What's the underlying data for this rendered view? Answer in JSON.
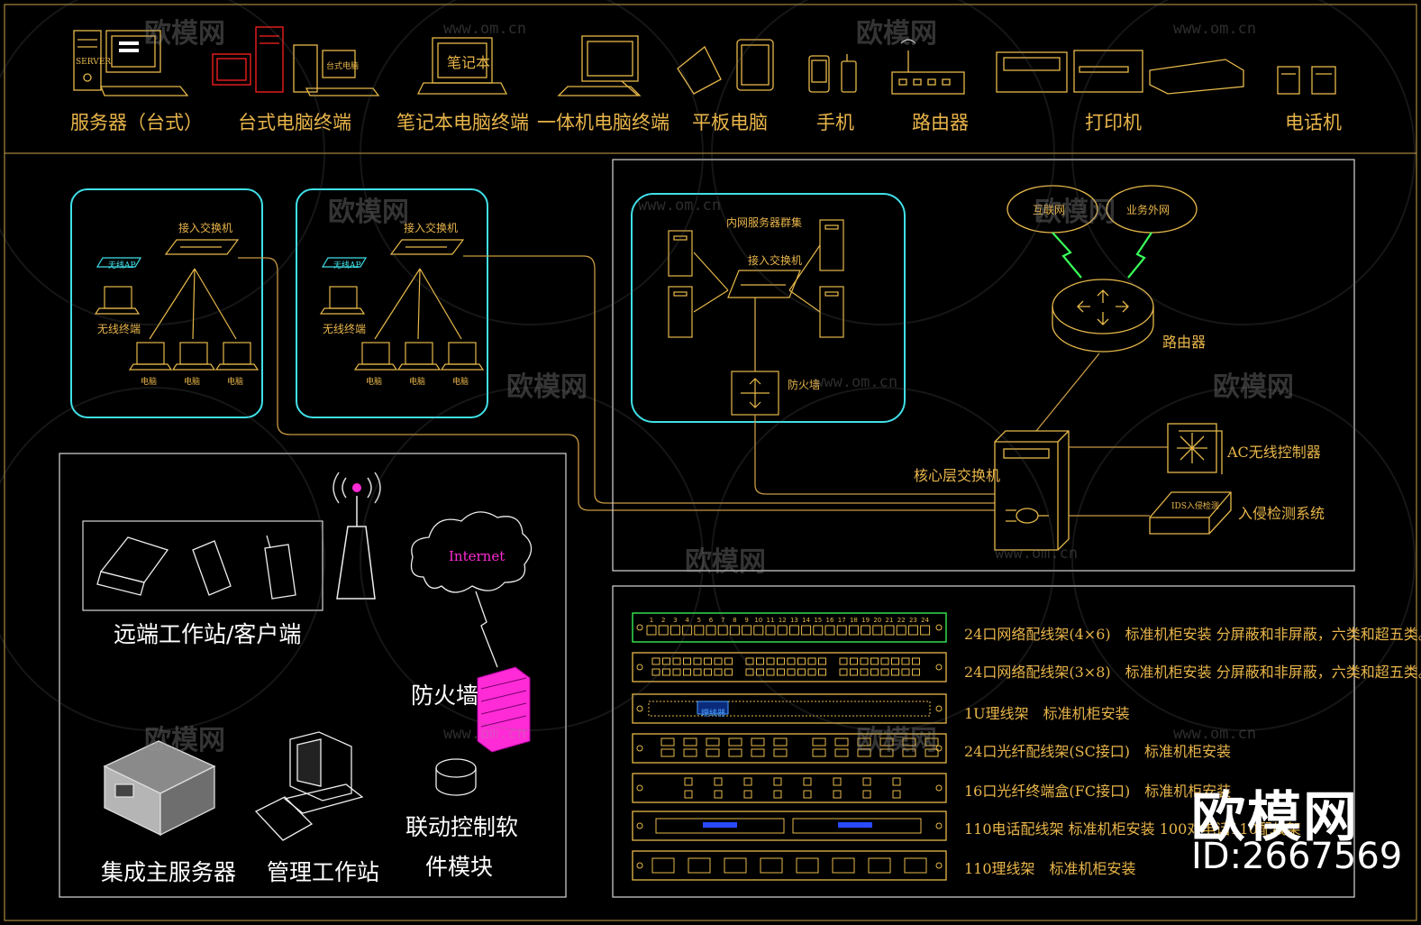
{
  "legend": {
    "items": [
      {
        "label": "服务器（台式）"
      },
      {
        "label": "台式电脑终端"
      },
      {
        "label": "笔记本电脑终端"
      },
      {
        "label": "一体机电脑终端"
      },
      {
        "label": "平板电脑"
      },
      {
        "label": "手机"
      },
      {
        "label": "路由器"
      },
      {
        "label": "打印机"
      },
      {
        "label": "电话机"
      }
    ],
    "icon_text": {
      "server": "SERVER",
      "desktop": "台式电脑",
      "laptop": "笔记本"
    }
  },
  "lan_group_1": {
    "switch": "接入交换机",
    "ap": "无线AP",
    "wireless": "无线终端",
    "pcs": [
      "电脑",
      "电脑",
      "电脑"
    ]
  },
  "lan_group_2": {
    "switch": "接入交换机",
    "ap": "无线AP",
    "wireless": "无线终端",
    "pcs": [
      "电脑",
      "电脑",
      "电脑"
    ]
  },
  "core": {
    "server_cluster": "内网服务器群集",
    "access_switch": "接入交换机",
    "firewall": "防火墙",
    "internet": "互联网",
    "business_net": "业务外网",
    "router": "路由器",
    "core_switch": "核心层交换机",
    "ac": "AC无线控制器",
    "ids": "入侵检测系统",
    "ids_box": "IDS入侵检测"
  },
  "remote": {
    "clients": "远端工作站/客户端",
    "internet": "Internet",
    "firewall": "防火墙",
    "main_server": "集成主服务器",
    "workstation": "管理工作站",
    "software_1": "联动控制软",
    "software_2": "件模块"
  },
  "rack": {
    "rows": [
      {
        "desc": "24口网络配线架(4×6)　标准机柜安装 分屏蔽和非屏蔽，六类和超五类。"
      },
      {
        "desc": "24口网络配线架(3×8)　标准机柜安装 分屏蔽和非屏蔽，六类和超五类。"
      },
      {
        "desc": "1U理线架　标准机柜安装"
      },
      {
        "desc": "24口光纤配线架(SC接口)　标准机柜安装"
      },
      {
        "desc": "16口光纤终端盒(FC接口)　标准机柜安装"
      },
      {
        "desc": "110电话配线架 标准机柜安装 100对电话110配线架"
      },
      {
        "desc": "110理线架　标准机柜安装"
      }
    ],
    "port_numbers": [
      "1",
      "2",
      "3",
      "4",
      "5",
      "6",
      "7",
      "8",
      "9",
      "10",
      "11",
      "12",
      "13",
      "14",
      "15",
      "16",
      "17",
      "18",
      "19",
      "20",
      "21",
      "22",
      "23",
      "24"
    ],
    "mgmt_label": "理线器"
  },
  "watermark": {
    "text": "欧模网",
    "url": "www.om.cn",
    "id": "ID:2667569"
  },
  "colors": {
    "gold": "#e6b84a",
    "cyan": "#40e0e8",
    "green": "#39ff5a",
    "magenta": "#ff2bd6",
    "frame": "#d8d8d8",
    "link": "#c99a44"
  }
}
